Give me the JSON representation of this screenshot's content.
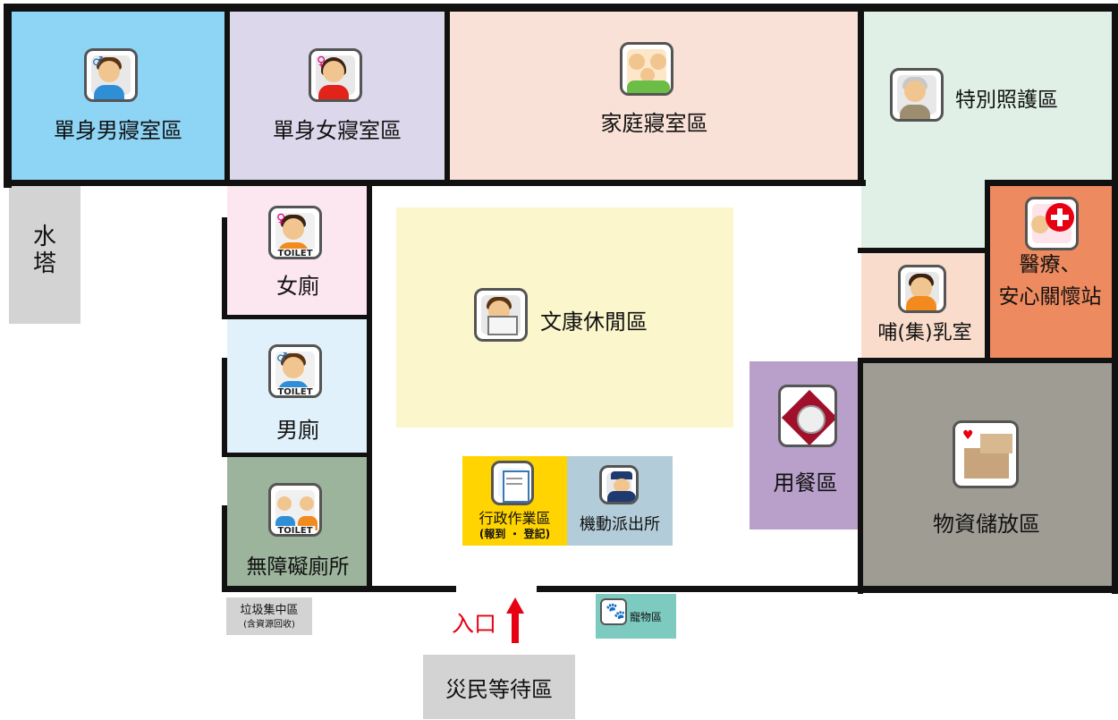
{
  "rooms": {
    "single_male": "單身男寢室區",
    "single_female": "單身女寢室區",
    "family": "家庭寢室區",
    "special_care": "特別照護區",
    "water_tower": "水塔",
    "female_toilet": "女廁",
    "male_toilet": "男廁",
    "accessible_toilet": "無障礙廁所",
    "recreation": "文康休閒區",
    "medical_line1": "醫療、",
    "medical_line2": "安心關懷站",
    "nursing": "哺(集)乳室",
    "dining": "用餐區",
    "storage": "物資儲放區",
    "admin_line1": "行政作業區",
    "admin_line2": "(報到 ・ 登記)",
    "police": "機動派出所",
    "garbage_line1": "垃圾集中區",
    "garbage_line2": "(含資源回收)",
    "pets": "寵物區",
    "entrance": "入口",
    "waiting": "災民等待區"
  },
  "icons": {
    "toilet_text": "TOILET",
    "male_symbol": "♂",
    "female_symbol": "♀"
  },
  "colors": {
    "single_male": "#8ed5f5",
    "single_female": "#dcd7eb",
    "family": "#f9e1d7",
    "special_care": "#e0f0e6",
    "female_toilet": "#fce6ef",
    "male_toilet": "#e0f1fb",
    "accessible_toilet": "#9cb39c",
    "recreation": "#fbf6cc",
    "medical": "#ee8a5f",
    "nursing": "#f9dccb",
    "dining": "#b8a0ca",
    "storage": "#9e9c93",
    "admin": "#ffd400",
    "police": "#b3ccd9",
    "pets": "#7dcbc0",
    "gray": "#d3d3d3",
    "entrance_red": "#e60012"
  }
}
